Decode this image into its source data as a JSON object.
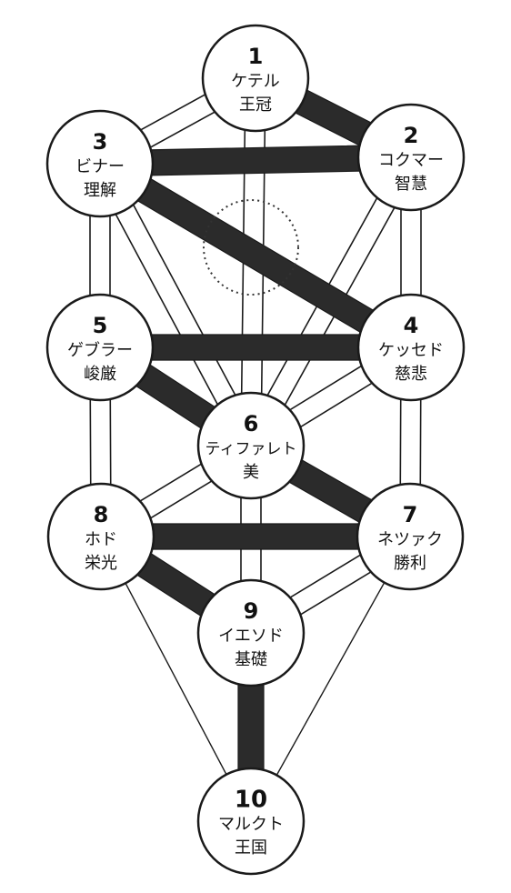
{
  "sephiroth": [
    {
      "id": 1,
      "number": "1",
      "name": "ケテル",
      "meaning": "王冠"
    },
    {
      "id": 2,
      "number": "2",
      "name": "コクマー",
      "meaning": "智慧"
    },
    {
      "id": 3,
      "number": "3",
      "name": "ビナー",
      "meaning": "理解"
    },
    {
      "id": 4,
      "number": "4",
      "name": "ケッセド",
      "meaning": "慈悲"
    },
    {
      "id": 5,
      "number": "5",
      "name": "ゲブラー",
      "meaning": "峻厳"
    },
    {
      "id": 6,
      "number": "6",
      "name": "ティファレト",
      "meaning": "美"
    },
    {
      "id": 7,
      "number": "7",
      "name": "ネツァク",
      "meaning": "勝利"
    },
    {
      "id": 8,
      "number": "8",
      "name": "ホド",
      "meaning": "栄光"
    },
    {
      "id": 9,
      "number": "9",
      "name": "イエソド",
      "meaning": "基礎"
    },
    {
      "id": 10,
      "number": "10",
      "name": "マルクト",
      "meaning": "王国"
    }
  ],
  "paths": [
    {
      "from": 1,
      "to": 2,
      "style": "black"
    },
    {
      "from": 1,
      "to": 3,
      "style": "white"
    },
    {
      "from": 1,
      "to": 6,
      "style": "white"
    },
    {
      "from": 2,
      "to": 3,
      "style": "black"
    },
    {
      "from": 2,
      "to": 4,
      "style": "white"
    },
    {
      "from": 2,
      "to": 6,
      "style": "white"
    },
    {
      "from": 3,
      "to": 5,
      "style": "white"
    },
    {
      "from": 3,
      "to": 4,
      "style": "black"
    },
    {
      "from": 3,
      "to": 6,
      "style": "white"
    },
    {
      "from": 4,
      "to": 5,
      "style": "black"
    },
    {
      "from": 4,
      "to": 6,
      "style": "white"
    },
    {
      "from": 4,
      "to": 7,
      "style": "white"
    },
    {
      "from": 5,
      "to": 6,
      "style": "black"
    },
    {
      "from": 5,
      "to": 8,
      "style": "white"
    },
    {
      "from": 6,
      "to": 7,
      "style": "black"
    },
    {
      "from": 6,
      "to": 8,
      "style": "white"
    },
    {
      "from": 6,
      "to": 9,
      "style": "white"
    },
    {
      "from": 7,
      "to": 8,
      "style": "black"
    },
    {
      "from": 7,
      "to": 9,
      "style": "white"
    },
    {
      "from": 7,
      "to": 10,
      "style": "line"
    },
    {
      "from": 8,
      "to": 9,
      "style": "black"
    },
    {
      "from": 8,
      "to": 10,
      "style": "line"
    },
    {
      "from": 9,
      "to": 10,
      "style": "black"
    }
  ],
  "hidden_sephira": {
    "style": "dotted"
  }
}
